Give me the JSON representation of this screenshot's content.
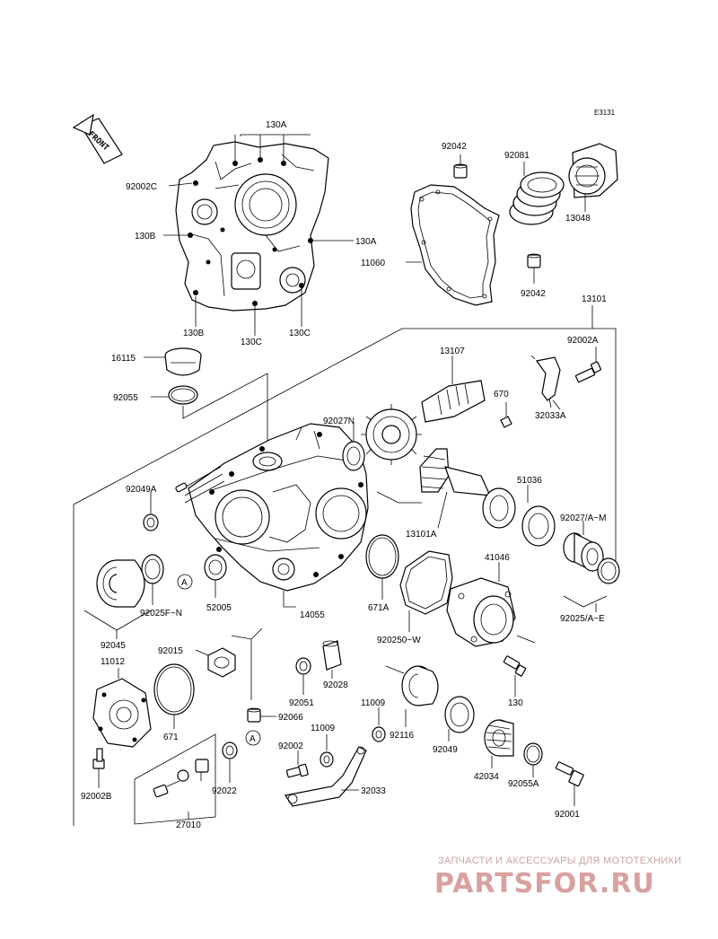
{
  "diagram_code": "E3131",
  "front_label": "FRONT",
  "callouts": {
    "c130A_top": "130A",
    "c92002C": "92002C",
    "c130B_left": "130B",
    "c130A_right": "130A",
    "c130B_bottom": "130B",
    "c130C_bottom": "130C",
    "c130C_right": "130C",
    "c92042_top": "92042",
    "c92081": "92081",
    "c13048": "13048",
    "c11060": "11060",
    "c92042_bottom": "92042",
    "c13101": "13101",
    "c16115": "16115",
    "c92055": "92055",
    "c13107": "13107",
    "c92002A": "92002A",
    "c670": "670",
    "c32033A": "32033A",
    "c92027N": "92027N",
    "c92049A": "92049A",
    "c51036": "51036",
    "c13101A": "13101A",
    "c92027AM": "92027/A~M",
    "c41046": "41046",
    "cA_left": "A",
    "c52005": "52005",
    "c92025FN": "92025F~N",
    "c92045": "92045",
    "c671A": "671A",
    "c14055": "14055",
    "c920250W": "920250~W",
    "c92025AE": "92025/A~E",
    "c92015": "92015",
    "c11012": "11012",
    "c671": "671",
    "c92028": "92028",
    "c92051": "92051",
    "c92066": "92066",
    "c11009_top": "11009",
    "c92116": "92116",
    "c130": "130",
    "cA_bottom": "A",
    "c11009_mid": "11009",
    "c92002": "92002",
    "c92049": "92049",
    "c42034": "42034",
    "c92055A": "92055A",
    "c92002B": "92002B",
    "c92022": "92022",
    "c32033": "32033",
    "c92001": "92001",
    "c27010": "27010"
  },
  "watermark": {
    "tagline": "ЗАПЧАСТИ И АКСЕССУАРЫ ДЛЯ МОТОТЕХНИКИ",
    "logo": "PARTSFOR.RU"
  }
}
